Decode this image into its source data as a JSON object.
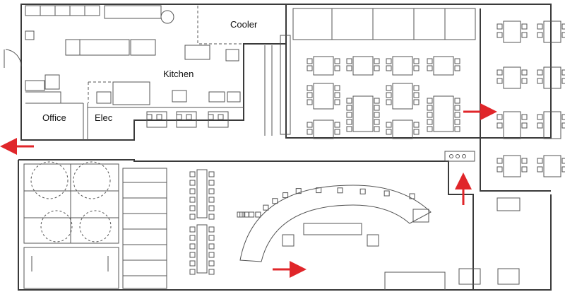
{
  "labels": {
    "cooler": "Cooler",
    "kitchen": "Kitchen",
    "office": "Office",
    "elec": "Elec"
  },
  "colors": {
    "wall": "#3a3a3a",
    "line": "#555555",
    "arrow": "#e0262a",
    "background": "#ffffff"
  },
  "icons": {
    "flow_arrow": "red-arrow-icon",
    "table": "dining-table-icon",
    "chair": "chair-icon",
    "door": "door-swing-icon",
    "toilet": "toilet-icon"
  }
}
